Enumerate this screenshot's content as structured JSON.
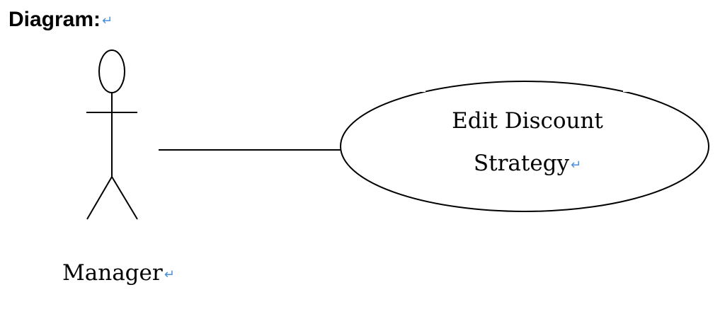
{
  "heading": "Diagram:",
  "paragraph_mark": "↵",
  "actor": {
    "label": "Manager"
  },
  "use_case": {
    "line1": "Edit Discount",
    "line2": "Strategy"
  },
  "colors": {
    "ink": "#000000",
    "paragraph_mark": "#4a90d9"
  }
}
